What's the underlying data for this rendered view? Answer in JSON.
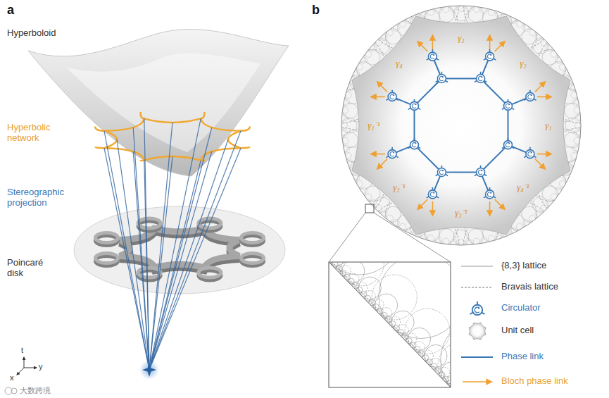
{
  "diagram": {
    "labels": [
      "a",
      "Hyperboloid",
      "Hyperbolic network",
      "Stereographic projection",
      "Poincaré disk",
      "t",
      "y",
      "x",
      "b",
      "γ₃",
      "γ₄",
      "γ₂",
      "γ₁",
      "γ₁⁻¹",
      "γ₂⁻¹",
      "γ₃⁻¹",
      "γ₄⁻¹",
      "大数跨境"
    ],
    "legend": [
      {
        "text": "{8,3} lattice"
      },
      {
        "text": "Bravais lattice"
      },
      {
        "text": "Circulator"
      },
      {
        "text": "Unit cell"
      },
      {
        "text": "Phase link"
      },
      {
        "text": "Bloch phase link"
      }
    ]
  }
}
